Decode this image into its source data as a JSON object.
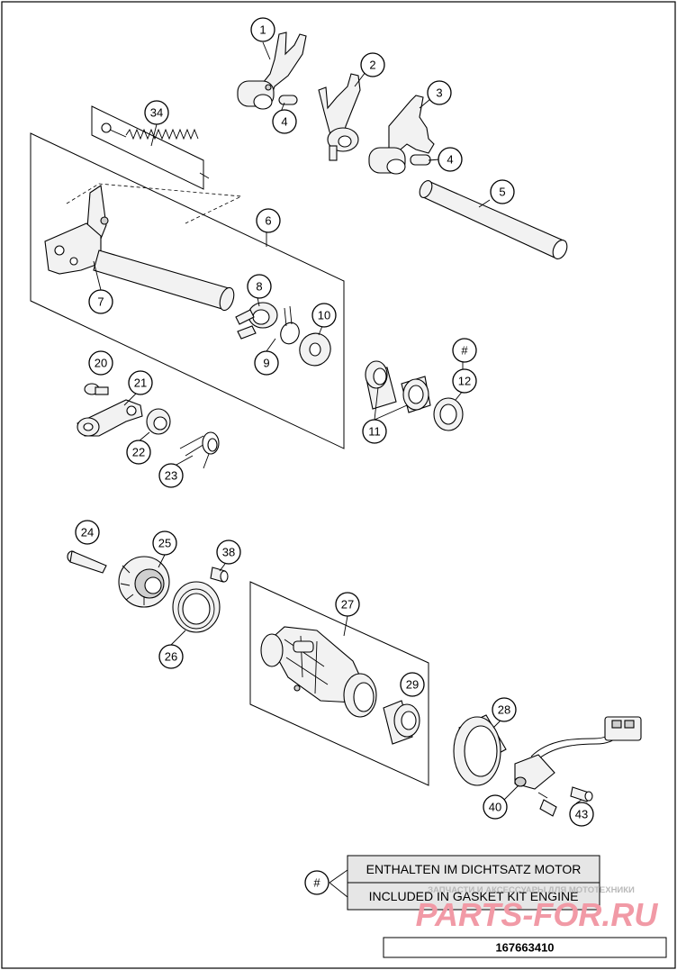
{
  "callouts": [
    {
      "id": "c1",
      "label": "1"
    },
    {
      "id": "c2",
      "label": "2"
    },
    {
      "id": "c3",
      "label": "3"
    },
    {
      "id": "c4a",
      "label": "4"
    },
    {
      "id": "c4b",
      "label": "4"
    },
    {
      "id": "c5",
      "label": "5"
    },
    {
      "id": "c34",
      "label": "34"
    },
    {
      "id": "c6",
      "label": "6"
    },
    {
      "id": "c7",
      "label": "7"
    },
    {
      "id": "c8",
      "label": "8"
    },
    {
      "id": "c9",
      "label": "9"
    },
    {
      "id": "c10",
      "label": "10"
    },
    {
      "id": "chash",
      "label": "#"
    },
    {
      "id": "c12",
      "label": "12"
    },
    {
      "id": "c11",
      "label": "11"
    },
    {
      "id": "c20",
      "label": "20"
    },
    {
      "id": "c21",
      "label": "21"
    },
    {
      "id": "c22",
      "label": "22"
    },
    {
      "id": "c23",
      "label": "23"
    },
    {
      "id": "c24",
      "label": "24"
    },
    {
      "id": "c25",
      "label": "25"
    },
    {
      "id": "c38",
      "label": "38"
    },
    {
      "id": "c26",
      "label": "26"
    },
    {
      "id": "c27",
      "label": "27"
    },
    {
      "id": "c29",
      "label": "29"
    },
    {
      "id": "c28",
      "label": "28"
    },
    {
      "id": "c40",
      "label": "40"
    },
    {
      "id": "c43",
      "label": "43"
    }
  ],
  "legend": {
    "symbol": "#",
    "line_de": "ENTHALTEN IM DICHTSATZ MOTOR",
    "line_en": "INCLUDED IN GASKET KIT ENGINE"
  },
  "watermark": {
    "small": "ЗАПЧАСТИ И АКСЕССУАРЫ ДЛЯ МОТОТЕХНИКИ",
    "big": "PARTS-FOR.RU"
  },
  "part_number": "167663410"
}
